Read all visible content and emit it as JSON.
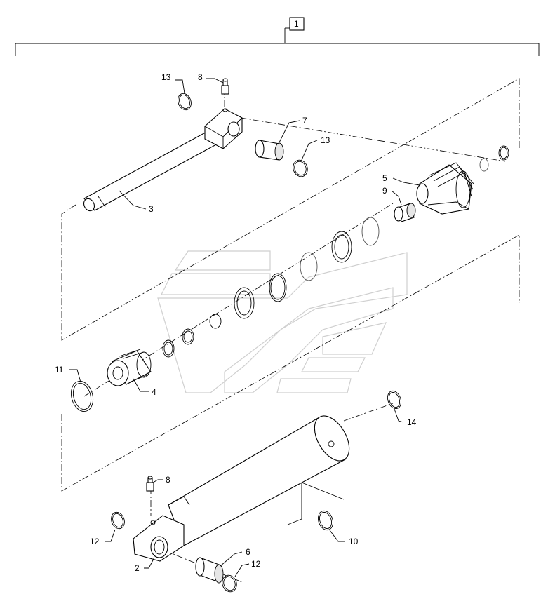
{
  "assembly_label": "1",
  "callouts": {
    "c2": "2",
    "c3": "3",
    "c4": "4",
    "c5": "5",
    "c6": "6",
    "c7": "7",
    "c8_top": "8",
    "c8_bottom": "8",
    "c9": "9",
    "c10": "10",
    "c11": "11",
    "c12_left": "12",
    "c12_right": "12",
    "c13_top": "13",
    "c13_mid": "13",
    "c14": "14"
  },
  "parts": {
    "barrel": "cylinder-barrel",
    "rod": "piston-rod",
    "piston": "piston",
    "gland": "rod-gland",
    "bushing": "bushing",
    "grease_fitting": "grease-fitting",
    "snap_ring": "snap-ring",
    "o_ring": "o-ring"
  }
}
